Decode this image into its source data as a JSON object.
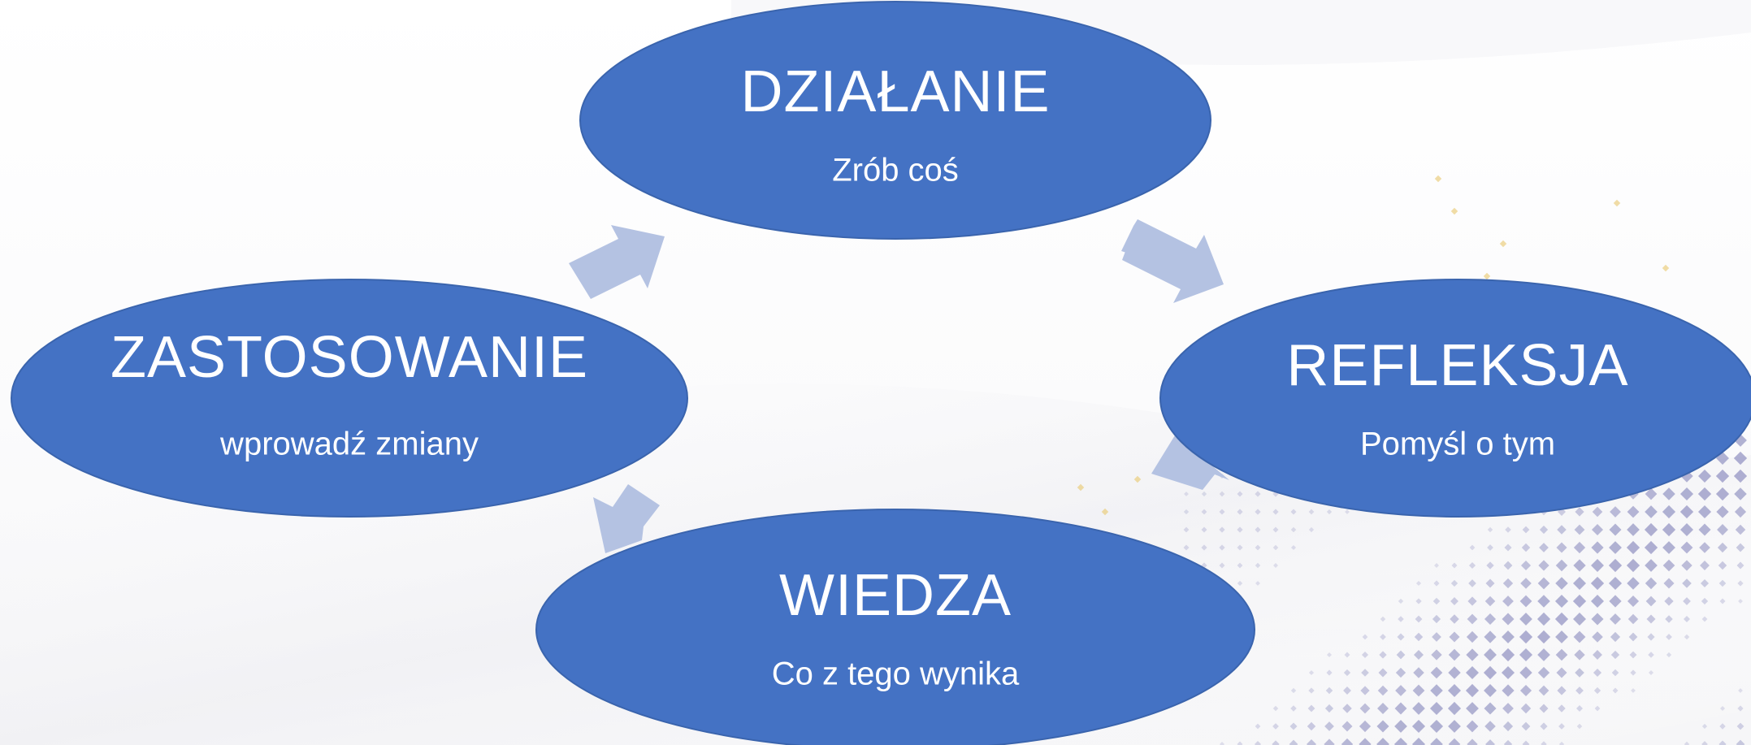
{
  "colors": {
    "node_fill": "#4472c4",
    "arrow_fill": "#b4c2e2",
    "text": "#ffffff",
    "dot_pattern": "#8e8fc0"
  },
  "nodes": [
    {
      "id": "dzialanie",
      "title": "DZIAŁANIE",
      "subtitle": "Zrób coś"
    },
    {
      "id": "refleksja",
      "title": "REFLEKSJA",
      "subtitle": "Pomyśl o tym"
    },
    {
      "id": "wiedza",
      "title": "WIEDZA",
      "subtitle": "Co z tego wynika"
    },
    {
      "id": "zastosowanie",
      "title": "ZASTOSOWANIE",
      "subtitle": "wprowadź zmiany"
    }
  ],
  "cycle_order": [
    "dzialanie",
    "refleksja",
    "wiedza",
    "zastosowanie"
  ]
}
